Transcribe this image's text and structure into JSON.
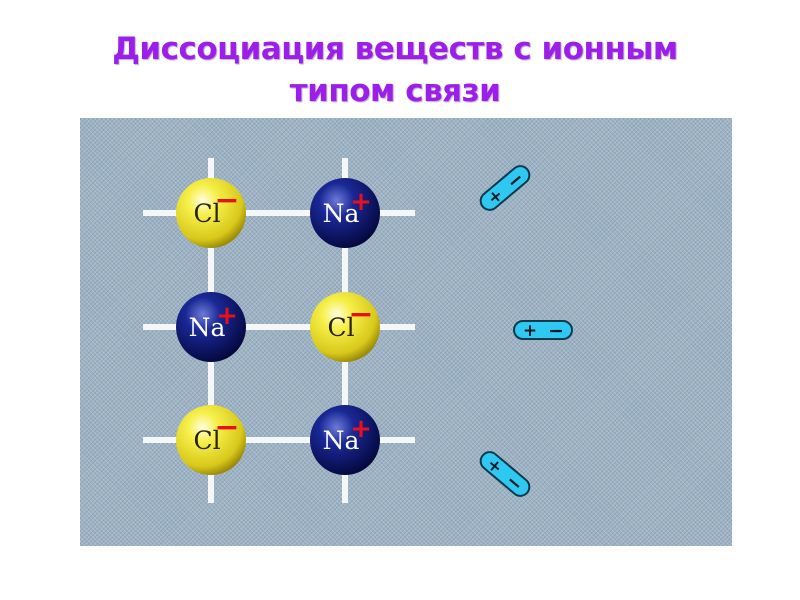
{
  "title": {
    "line1": "Диссоциация веществ с ионным",
    "line2": "типом связи"
  },
  "lattice": {
    "ions": [
      {
        "label": "Cl",
        "charge": "−",
        "type": "anion"
      },
      {
        "label": "Na",
        "charge": "+",
        "type": "cation"
      },
      {
        "label": "Na",
        "charge": "+",
        "type": "cation"
      },
      {
        "label": "Cl",
        "charge": "−",
        "type": "anion"
      },
      {
        "label": "Cl",
        "charge": "−",
        "type": "anion"
      },
      {
        "label": "Na",
        "charge": "+",
        "type": "cation"
      }
    ]
  },
  "dipoles": [
    {
      "plus": "+",
      "minus": "−"
    },
    {
      "plus": "+",
      "minus": "−"
    },
    {
      "plus": "+",
      "minus": "−"
    }
  ],
  "colors": {
    "title": "#9b1fe8",
    "anion_fill": "#f2ec3a",
    "cation_fill": "#10187a",
    "charge_sign": "#e8101a",
    "dipole_fill": "#2ec8f0",
    "bond": "#f4f6f8"
  }
}
